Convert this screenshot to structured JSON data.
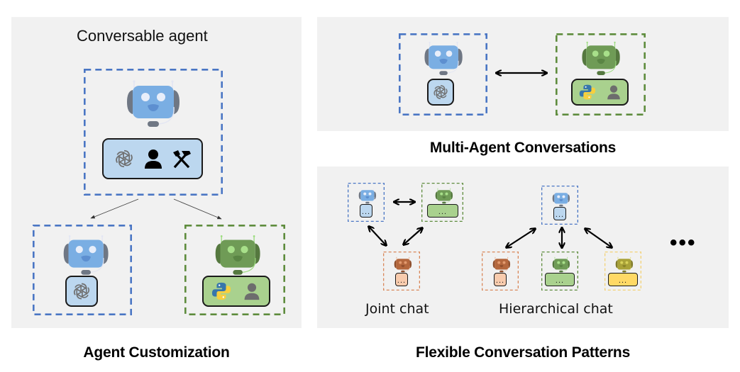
{
  "colors": {
    "panel_bg": "#f1f1f1",
    "blue_border": "#4a76c4",
    "green_border": "#5e8c3d",
    "orange_border": "#d9885a",
    "yellow_border": "#f3d277",
    "blue_fill": "#bcd7ef",
    "green_fill": "#a9d18e",
    "orange_fill": "#f8cbad",
    "yellow_fill": "#ffd966",
    "robot_blue": "#7aaee3",
    "robot_green": "#6f9b56",
    "robot_orange": "#b4673d",
    "robot_yellow": "#a9a238"
  },
  "agent_customization": {
    "title": "Conversable agent",
    "caption": "Agent Customization",
    "main_agent": {
      "robot": "robot-icon",
      "color": "blue",
      "capabilities": [
        "openai-icon",
        "person-icon",
        "tools-icon"
      ]
    },
    "derived_agents": [
      {
        "robot": "robot-icon",
        "color": "blue",
        "capabilities": [
          "openai-icon"
        ]
      },
      {
        "robot": "robot-icon",
        "color": "green",
        "capabilities": [
          "python-icon",
          "person-icon"
        ]
      }
    ]
  },
  "multi_agent": {
    "caption": "Multi-Agent Conversations",
    "agents": [
      {
        "color": "blue",
        "capabilities": [
          "openai-icon"
        ]
      },
      {
        "color": "green",
        "capabilities": [
          "python-icon",
          "person-icon"
        ]
      }
    ],
    "connector": "bidirectional-arrow"
  },
  "flexible_patterns": {
    "caption": "Flexible Conversation Patterns",
    "placeholder": "...",
    "more_indicator": "•••",
    "patterns": [
      {
        "label": "Joint chat",
        "agents": [
          "blue",
          "green",
          "orange"
        ]
      },
      {
        "label": "Hierarchical chat",
        "agents": [
          "blue",
          "orange",
          "green",
          "yellow"
        ]
      }
    ]
  }
}
